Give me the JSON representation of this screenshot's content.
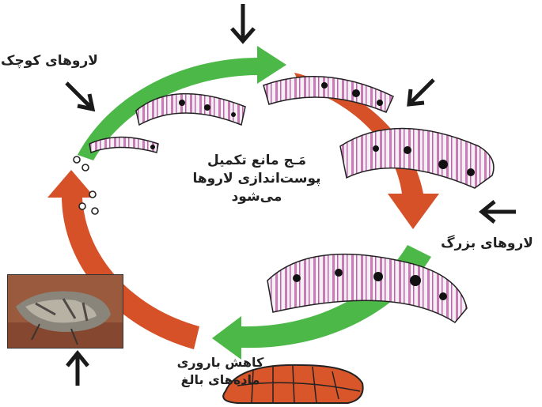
{
  "labels": {
    "small_larvae": "لاروهای کوچک",
    "large_larvae": "لاروهای بزرگ",
    "center_text": "مَـج مانع تکمیل پوست‌اندازی لاروها می‌شود",
    "fertility": "کاهش باروری ماده‌های بالغ"
  },
  "colors": {
    "green": "#4cb848",
    "red": "#d65028",
    "larva_pink": "#c97bb5",
    "larva_spot": "#111111",
    "pupa": "#d9552a",
    "arrow": "#1a1a1a"
  },
  "icons": [
    "pointer-arrow-icon",
    "larva-icon",
    "pupa-icon",
    "moth-photo",
    "egg-icon"
  ]
}
